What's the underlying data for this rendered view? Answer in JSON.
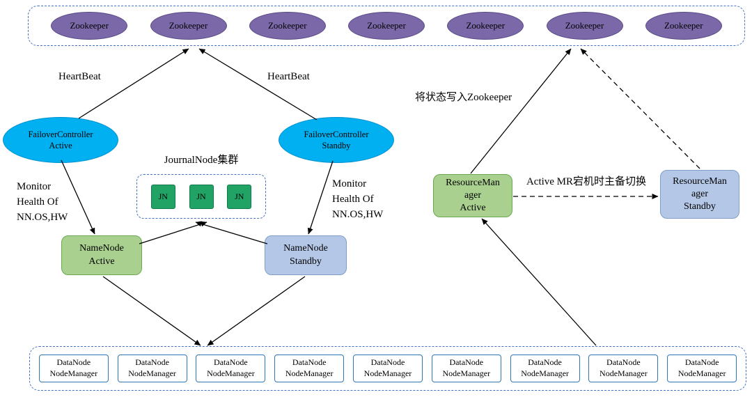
{
  "colors": {
    "container_border": "#4472c4",
    "zookeeper_fill": "#7b68a8",
    "zookeeper_border": "#5a4a85",
    "failover_fill": "#00b0f0",
    "failover_border": "#0090d0",
    "active_fill": "#a9d08e",
    "active_border": "#6aa84f",
    "standby_fill": "#b4c7e7",
    "standby_border": "#7f9dc9",
    "jn_fill": "#21a366",
    "jn_border": "#0e7a47",
    "datanode_border": "#2e75b6"
  },
  "zookeeper_cluster": {
    "nodes": [
      "Zookeeper",
      "Zookeeper",
      "Zookeeper",
      "Zookeeper",
      "Zookeeper",
      "Zookeeper",
      "Zookeeper"
    ]
  },
  "failover": {
    "active": "FailoverController\nActive",
    "standby": "FailoverController\nStandby"
  },
  "journal": {
    "title": "JournalNode集群",
    "nodes": [
      "JN",
      "JN",
      "JN"
    ]
  },
  "namenodes": {
    "active": "NameNode\nActive",
    "standby": "NameNode\nStandby"
  },
  "resourcemanagers": {
    "active": "ResourceMan\nager\nActive",
    "standby": "ResourceMan\nager\nStandby"
  },
  "labels": {
    "heartbeat_left": "HeartBeat",
    "heartbeat_right": "HeartBeat",
    "monitor_left": "Monitor\nHealth Of\nNN.OS,HW",
    "monitor_right": "Monitor\nHealth Of\nNN.OS,HW",
    "write_state": "将状态写入Zookeeper",
    "rm_failover": "Active MR宕机时主备切换"
  },
  "datanodes": [
    "DataNode\nNodeManager",
    "DataNode\nNodeManager",
    "DataNode\nNodeManager",
    "DataNode\nNodeManager",
    "DataNode\nNodeManager",
    "DataNode\nNodeManager",
    "DataNode\nNodeManager",
    "DataNode\nNodeManager",
    "DataNode\nNodeManager"
  ]
}
